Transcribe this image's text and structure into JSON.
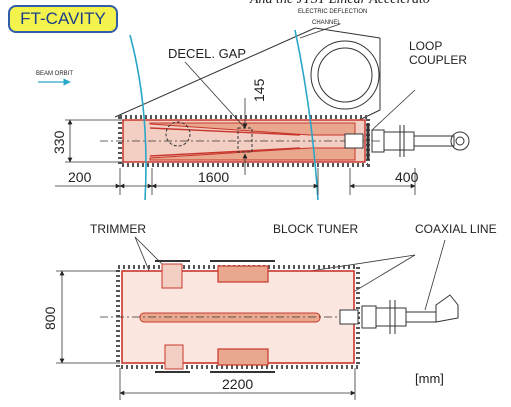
{
  "badge": "FT-CAVITY",
  "subtitle": "And the JTST Linear Accelerato",
  "labels": {
    "electric_deflection": "ELECTRIC DEFLECTION",
    "channel": "CHANNEL",
    "decel_gap": "DECEL. GAP",
    "loop": "LOOP",
    "coupler": "COUPLER",
    "beam_orbit": "BEAM ORBIT",
    "trimmer": "TRIMMER",
    "block_tuner": "BLOCK TUNER",
    "coaxial_line": "COAXIAL LINE",
    "unit": "[mm]"
  },
  "dimensions": {
    "gap": "145",
    "height_top": "330",
    "left": "200",
    "length": "1600",
    "right": "400",
    "height_bottom": "800",
    "total": "2200"
  },
  "colors": {
    "wall": "#c8372d",
    "inner_fill": "#f3cfc3",
    "block_fill": "#e9a88e",
    "beam_line": "#2aa7c8",
    "badge_fill": "#f4f24d",
    "badge_text": "#1b3f8a"
  }
}
